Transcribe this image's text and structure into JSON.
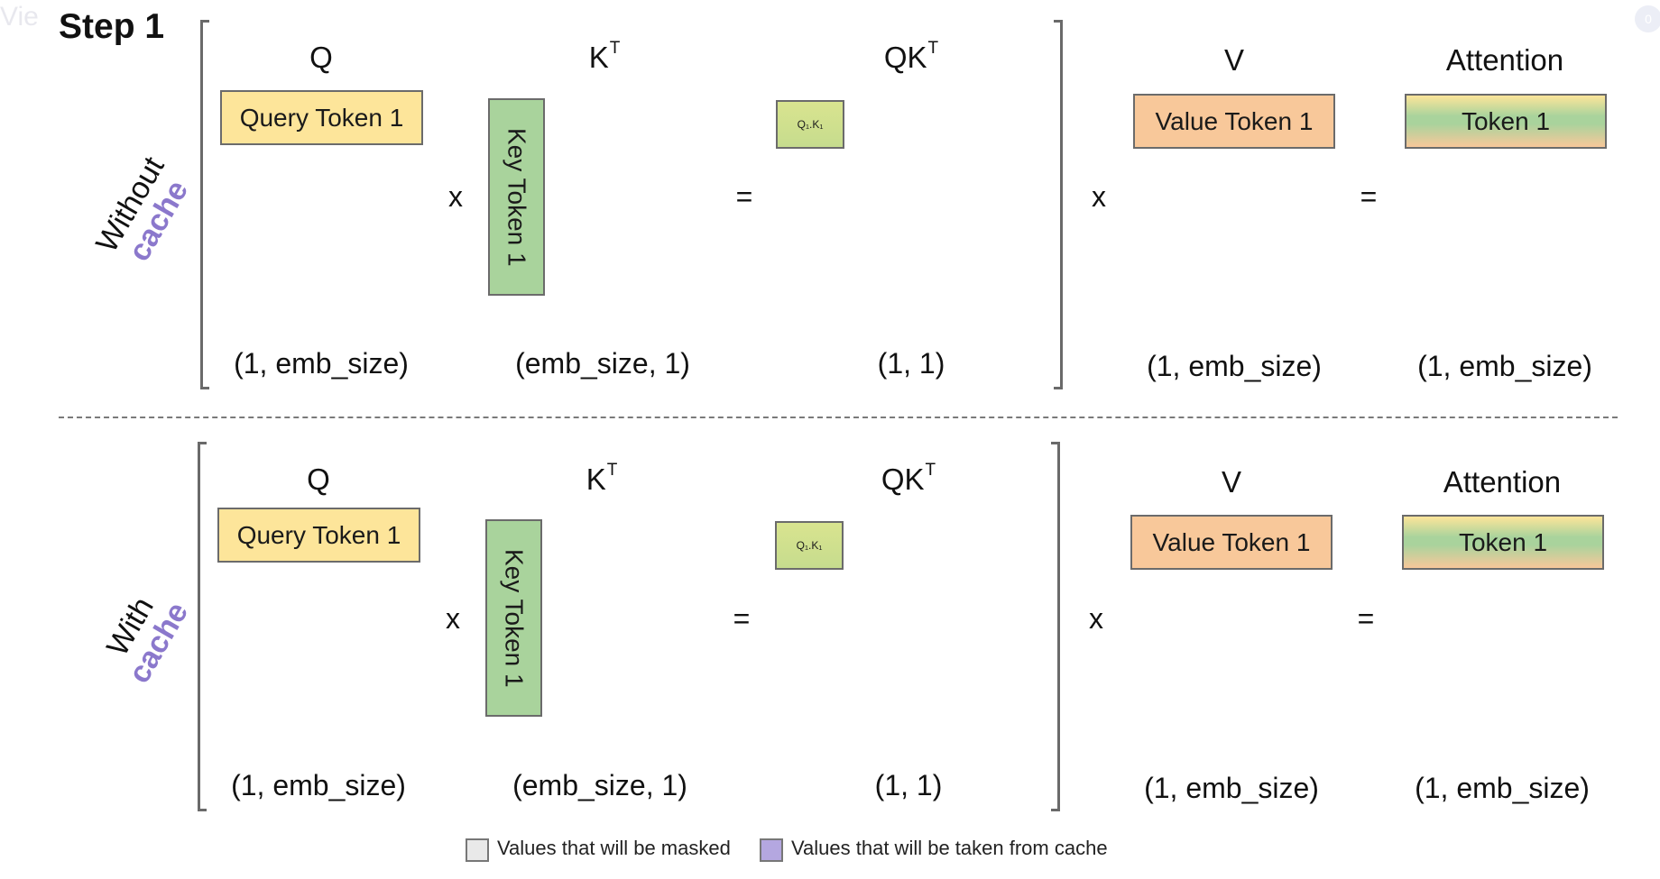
{
  "step_title": "Step 1",
  "ghost_text": "Vie",
  "ghost_badge": "0",
  "colors": {
    "query": "#fde59a",
    "key": "#a9d39c",
    "value": "#f8c89a",
    "cache_text": "#8b78cc",
    "cache_swatch": "#b4a7e0",
    "masked_swatch": "#e9e9e9"
  },
  "panels": [
    {
      "label_line1": "Without",
      "label_line2": "cache",
      "q_header": "Q",
      "k_header": "K",
      "k_sup": "T",
      "qk_header": "QK",
      "qk_sup": "T",
      "v_header": "V",
      "att_header": "Attention",
      "query_box": "Query Token 1",
      "key_box": "Key Token 1",
      "qk_box": "Q₁.K₁",
      "value_box": "Value Token 1",
      "att_box": "Token 1",
      "op_mul1": "x",
      "op_eq1": "=",
      "op_mul2": "x",
      "op_eq2": "=",
      "q_dim": "(1, emb_size)",
      "k_dim": "(emb_size, 1)",
      "qk_dim": "(1, 1)",
      "v_dim": "(1, emb_size)",
      "att_dim": "(1, emb_size)"
    },
    {
      "label_line1": "With",
      "label_line2": "cache",
      "q_header": "Q",
      "k_header": "K",
      "k_sup": "T",
      "qk_header": "QK",
      "qk_sup": "T",
      "v_header": "V",
      "att_header": "Attention",
      "query_box": "Query Token 1",
      "key_box": "Key Token 1",
      "qk_box": "Q₁.K₁",
      "value_box": "Value Token 1",
      "att_box": "Token 1",
      "op_mul1": "x",
      "op_eq1": "=",
      "op_mul2": "x",
      "op_eq2": "=",
      "q_dim": "(1, emb_size)",
      "k_dim": "(emb_size, 1)",
      "qk_dim": "(1, 1)",
      "v_dim": "(1, emb_size)",
      "att_dim": "(1, emb_size)"
    }
  ],
  "legend": {
    "masked": "Values that will be masked",
    "cached": "Values that will be taken from cache"
  }
}
